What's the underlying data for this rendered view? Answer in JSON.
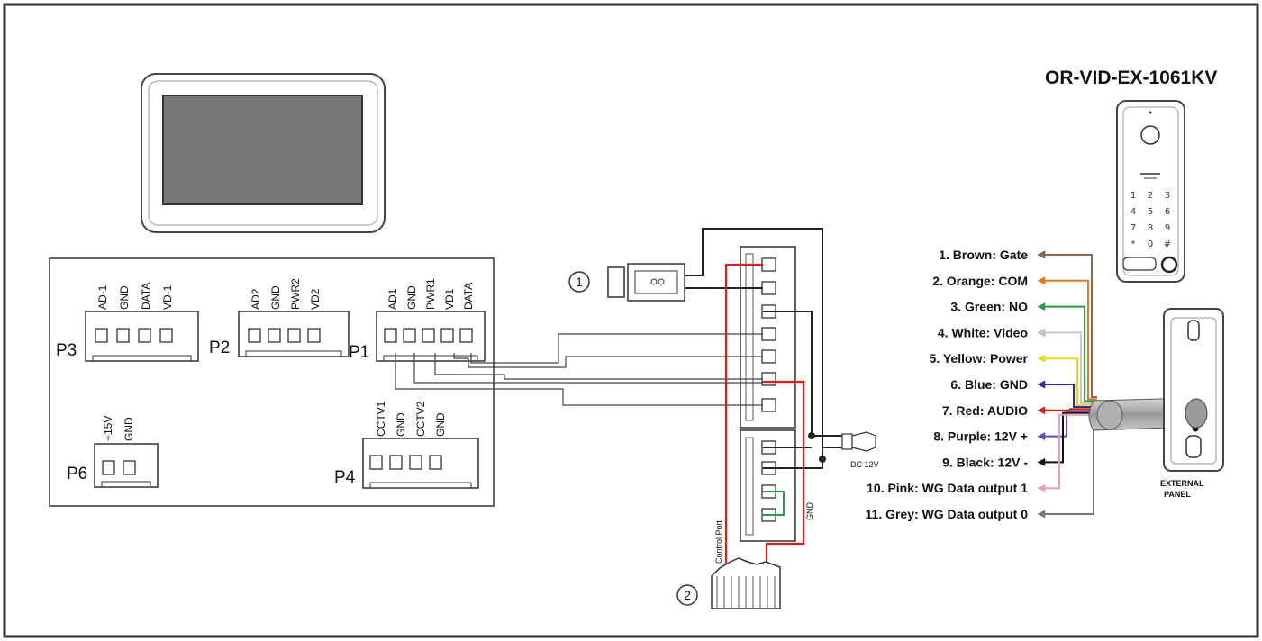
{
  "model": "OR-VID-EX-1061KV",
  "panel_label": [
    "EXTERNAL",
    "PANEL"
  ],
  "markers": {
    "lock": "1",
    "control": "2"
  },
  "dc_label": "DC 12V",
  "gnd_label": "GND",
  "control_port_label": "Control Port",
  "keypad": [
    "1",
    "2",
    "3",
    "4",
    "5",
    "6",
    "7",
    "8",
    "9",
    "*",
    "0",
    "#"
  ],
  "ports": [
    {
      "name": "P3",
      "pins": [
        "AD-1",
        "GND",
        "DATA",
        "VD-1"
      ],
      "sockets": 4
    },
    {
      "name": "P2",
      "pins": [
        "AD2",
        "GND",
        "PWR2",
        "VD2"
      ],
      "sockets": 4
    },
    {
      "name": "P1",
      "pins": [
        "AD1",
        "GND",
        "PWR1",
        "VD1",
        "DATA"
      ],
      "sockets": 5
    },
    {
      "name": "P6",
      "pins": [
        "+15V",
        "GND"
      ],
      "sockets": 2
    },
    {
      "name": "P4",
      "pins": [
        "CCTV1",
        "GND",
        "CCTV2",
        "GND"
      ],
      "sockets": 4
    }
  ],
  "wires": [
    {
      "label": "1. Brown: Gate",
      "color": "#8a6a4a"
    },
    {
      "label": "2. Orange: COM",
      "color": "#e07a20"
    },
    {
      "label": "3. Green: NO",
      "color": "#2a9a4a"
    },
    {
      "label": "4. White: Video",
      "color": "#c8c8c8"
    },
    {
      "label": "5. Yellow: Power",
      "color": "#e8d820"
    },
    {
      "label": "6. Blue: GND",
      "color": "#2a2aa0"
    },
    {
      "label": "7. Red: AUDIO",
      "color": "#d62020"
    },
    {
      "label": "8. Purple: 12V +",
      "color": "#6a4ab0"
    },
    {
      "label": "9. Black: 12V -",
      "color": "#111111"
    },
    {
      "label": "10. Pink: WG Data output 1",
      "color": "#e8a0b8"
    },
    {
      "label": "11. Grey: WG Data output 0",
      "color": "#777777"
    }
  ]
}
